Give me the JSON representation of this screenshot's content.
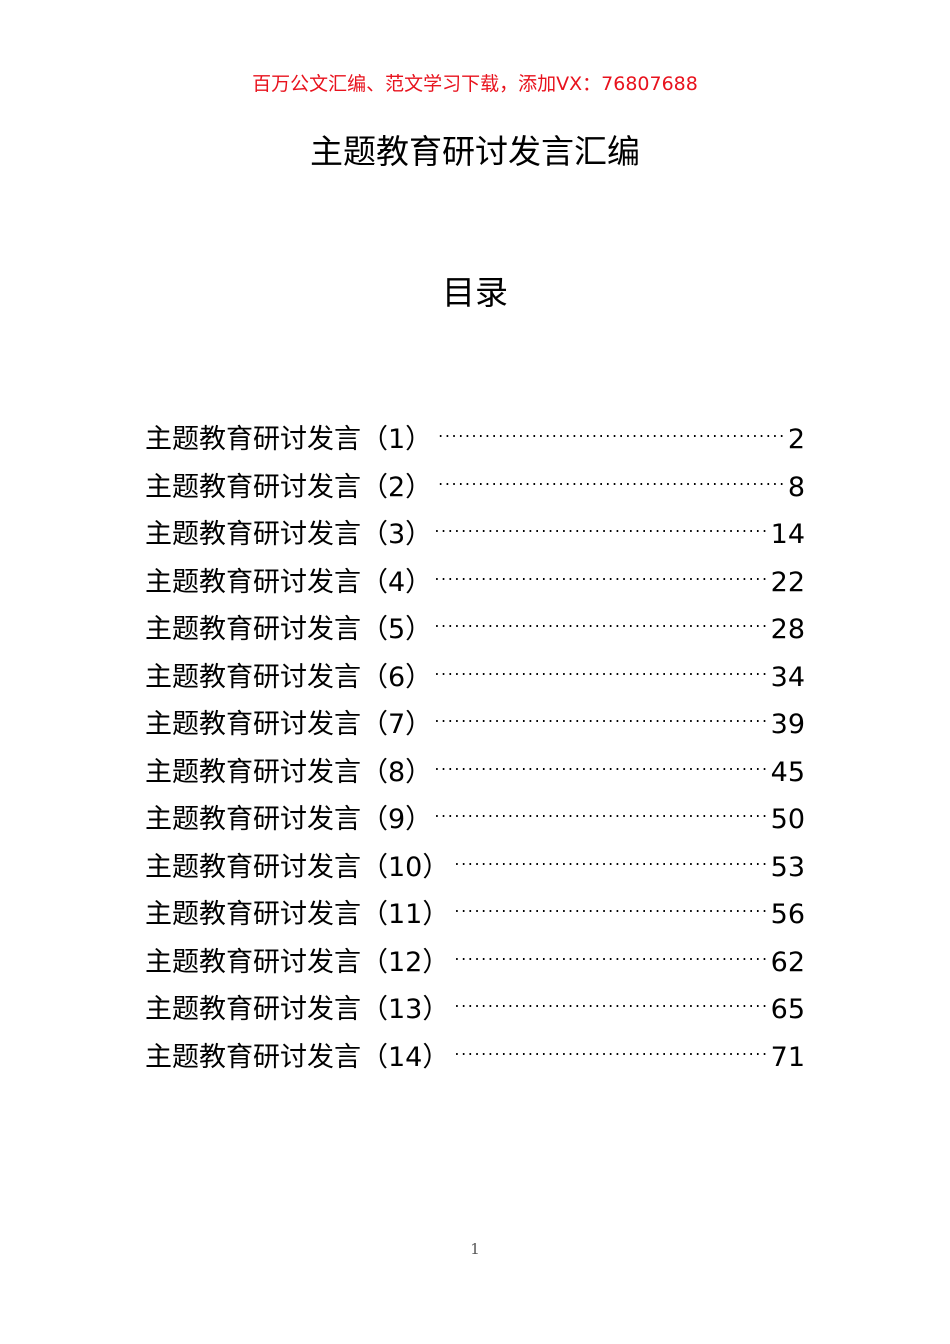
{
  "header": {
    "promo_text": "百万公文汇编、范文学习下载，添加VX：76807688",
    "promo_color": "#e8121d"
  },
  "document": {
    "title": "主题教育研讨发言汇编",
    "toc_heading": "目录"
  },
  "toc": {
    "entries": [
      {
        "label": "主题教育研讨发言（1）",
        "page": "2"
      },
      {
        "label": "主题教育研讨发言（2）",
        "page": "8"
      },
      {
        "label": "主题教育研讨发言（3）",
        "page": "14"
      },
      {
        "label": "主题教育研讨发言（4）",
        "page": "22"
      },
      {
        "label": "主题教育研讨发言（5）",
        "page": "28"
      },
      {
        "label": "主题教育研讨发言（6）",
        "page": "34"
      },
      {
        "label": "主题教育研讨发言（7）",
        "page": "39"
      },
      {
        "label": "主题教育研讨发言（8）",
        "page": "45"
      },
      {
        "label": "主题教育研讨发言（9）",
        "page": "50"
      },
      {
        "label": "主题教育研讨发言（10）",
        "page": "53"
      },
      {
        "label": "主题教育研讨发言（11）",
        "page": "56"
      },
      {
        "label": "主题教育研讨发言（12）",
        "page": "62"
      },
      {
        "label": "主题教育研讨发言（13）",
        "page": "65"
      },
      {
        "label": "主题教育研讨发言（14）",
        "page": "71"
      }
    ]
  },
  "footer": {
    "page_number": "1"
  }
}
